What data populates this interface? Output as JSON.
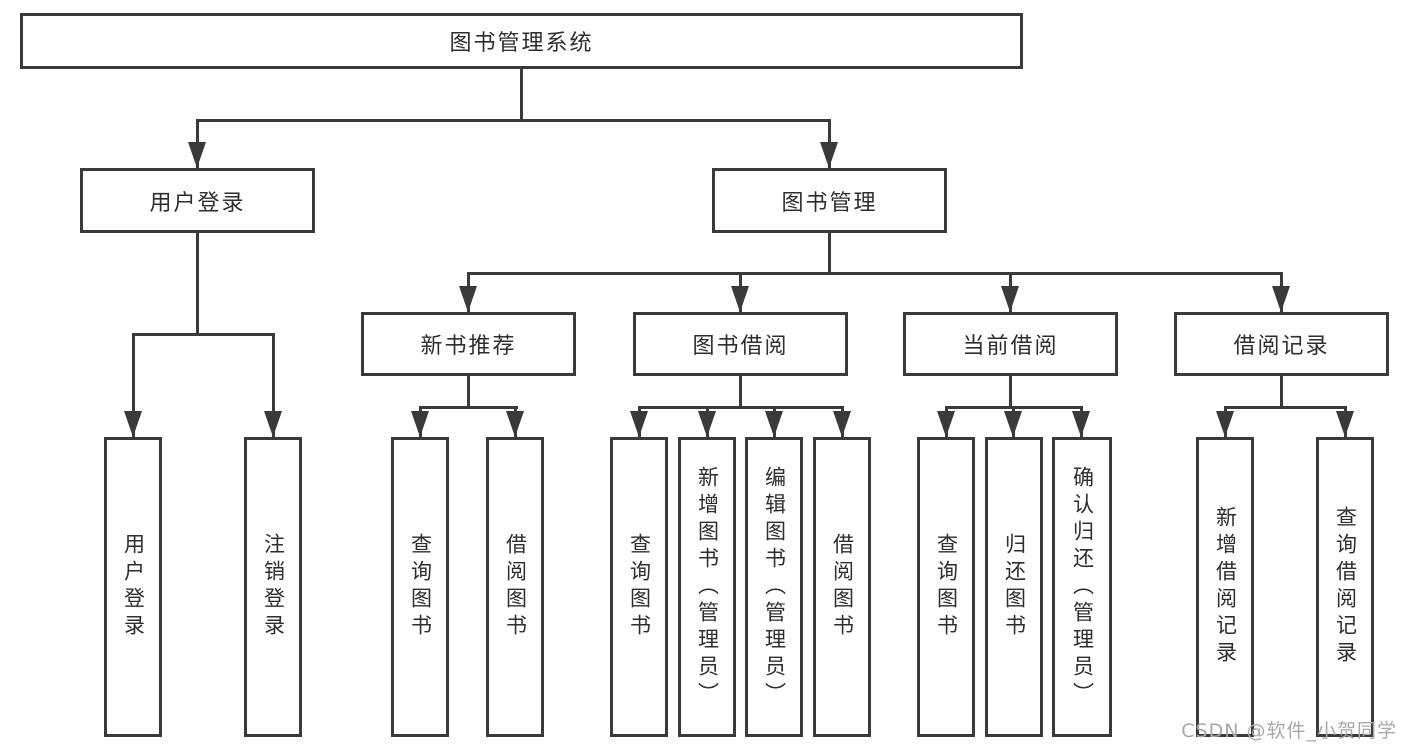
{
  "diagram_title": "图书管理系统",
  "root": {
    "id": "library-management-system",
    "label": "图书管理系统"
  },
  "level2": [
    {
      "id": "user-login-group",
      "label": "用户登录",
      "parent": "library-management-system"
    },
    {
      "id": "book-management",
      "label": "图书管理",
      "parent": "library-management-system"
    }
  ],
  "level3": [
    {
      "id": "new-book-recommend",
      "label": "新书推荐",
      "parent": "book-management"
    },
    {
      "id": "book-borrowing",
      "label": "图书借阅",
      "parent": "book-management"
    },
    {
      "id": "current-borrowing",
      "label": "当前借阅",
      "parent": "book-management"
    },
    {
      "id": "borrowing-records",
      "label": "借阅记录",
      "parent": "book-management"
    }
  ],
  "leaves": [
    {
      "id": "user-login",
      "label": "用户登录",
      "parent": "user-login-group"
    },
    {
      "id": "logout",
      "label": "注销登录",
      "parent": "user-login-group"
    },
    {
      "id": "query-books-1",
      "label": "查询图书",
      "parent": "new-book-recommend"
    },
    {
      "id": "borrow-books-1",
      "label": "借阅图书",
      "parent": "new-book-recommend"
    },
    {
      "id": "query-books-2",
      "label": "查询图书",
      "parent": "book-borrowing"
    },
    {
      "id": "add-books-admin",
      "label": "新增图书（管理员）",
      "parent": "book-borrowing"
    },
    {
      "id": "edit-books-admin",
      "label": "编辑图书（管理员）",
      "parent": "book-borrowing"
    },
    {
      "id": "borrow-books-2",
      "label": "借阅图书",
      "parent": "book-borrowing"
    },
    {
      "id": "query-books-3",
      "label": "查询图书",
      "parent": "current-borrowing"
    },
    {
      "id": "return-books",
      "label": "归还图书",
      "parent": "current-borrowing"
    },
    {
      "id": "confirm-return-admin",
      "label": "确认归还（管理员）",
      "parent": "current-borrowing"
    },
    {
      "id": "add-borrow-record",
      "label": "新增借阅记录",
      "parent": "borrowing-records"
    },
    {
      "id": "query-borrow-record",
      "label": "查询借阅记录",
      "parent": "borrowing-records"
    }
  ],
  "watermark": {
    "text": "CSDN @软件_小贺同学"
  },
  "colors": {
    "line": "#3a3a3a",
    "text": "#2e2e2e",
    "background": "#ffffff",
    "watermark": "#a9a9a9"
  }
}
